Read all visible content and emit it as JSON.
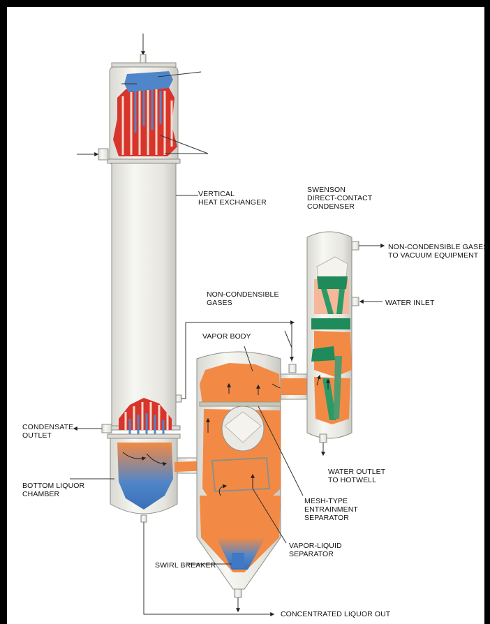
{
  "labels": {
    "vertical_heat_exchanger": "VERTICAL\nHEAT EXCHANGER",
    "condenser": "SWENSON\nDIRECT-CONTACT\nCONDENSER",
    "non_condensible_to_vacuum": "NON-CONDENSIBLE GASES\nTO VACUUM EQUIPMENT",
    "water_inlet": "WATER INLET",
    "non_condensible_gases": "NON-CONDENSIBLE\nGASES",
    "vapor_body": "VAPOR BODY",
    "condensate_outlet": "CONDENSATE\nOUTLET",
    "water_outlet": "WATER OUTLET\nTO HOTWELL",
    "bottom_liquor_chamber": "BOTTOM LIQUOR\nCHAMBER",
    "mesh_separator": "MESH-TYPE\nENTRAINMENT\nSEPARATOR",
    "vapor_liquid_separator": "VAPOR-LIQUID\nSEPARATOR",
    "swirl_breaker": "SWIRL BREAKER",
    "concentrated_liquor_out": "CONCENTRATED LIQUOR OUT"
  },
  "colors": {
    "shell": "#ecebe6",
    "liquor": "#f28a45",
    "tube_red": "#d8342c",
    "tube_blue": "#4f86c9",
    "condenser_green": "#1f8a5a",
    "water": "#3f78c4",
    "outline": "#8e8e8a"
  }
}
